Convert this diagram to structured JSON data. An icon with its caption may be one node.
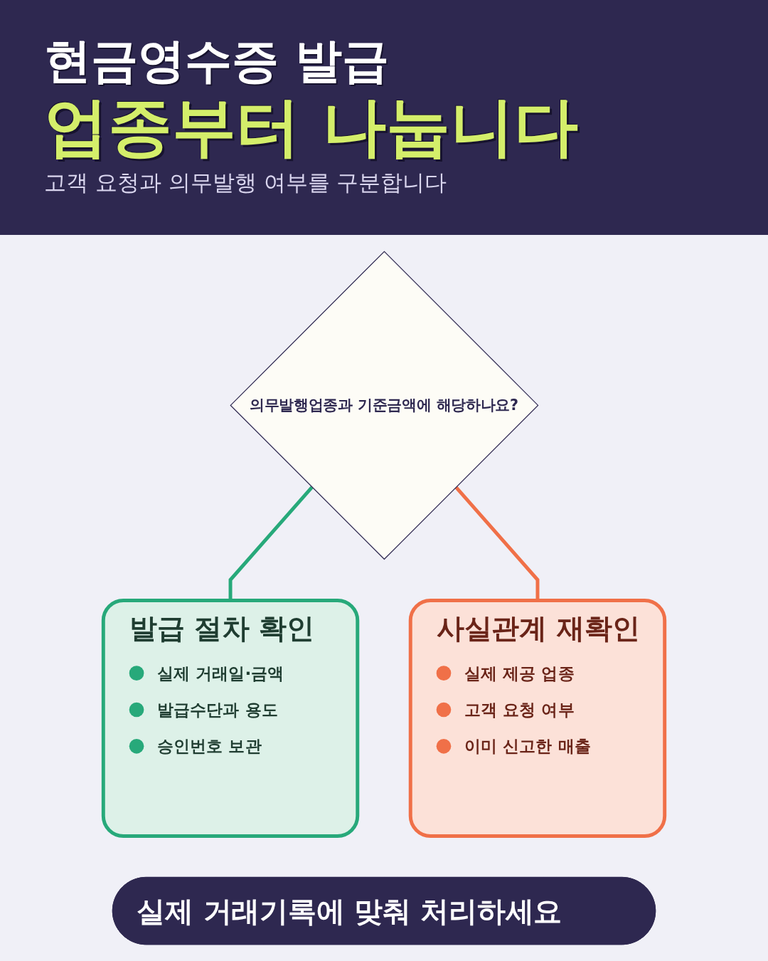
{
  "diagram": {
    "title": "현금영수증 발급",
    "nodes": [
      {
        "text": [
          "의무발행업종과 기준금액에 해당하나요?"
        ]
      },
      {
        "text": [
          "발급 절차 확인",
          "실제 거래일·금액",
          "발급수단과 용도",
          "승인번호 보관"
        ]
      },
      {
        "text": [
          "사실관계 재확인",
          "실제 제공 업종",
          "고객 요청 여부",
          "이미 신고한 매출"
        ]
      },
      {
        "text": [
          "실제 거래기록에 맞춰 처리하세요"
        ]
      }
    ],
    "edges": [
      {
        "from": 0,
        "to": 1,
        "arrow": "none",
        "color": "#27a97a"
      },
      {
        "from": 0,
        "to": 2,
        "arrow": "none",
        "color": "#f07048"
      }
    ],
    "labels": [
      "업종부터 나눕니다",
      "고객 요청과 의무발행 여부를 구분합니다"
    ]
  }
}
